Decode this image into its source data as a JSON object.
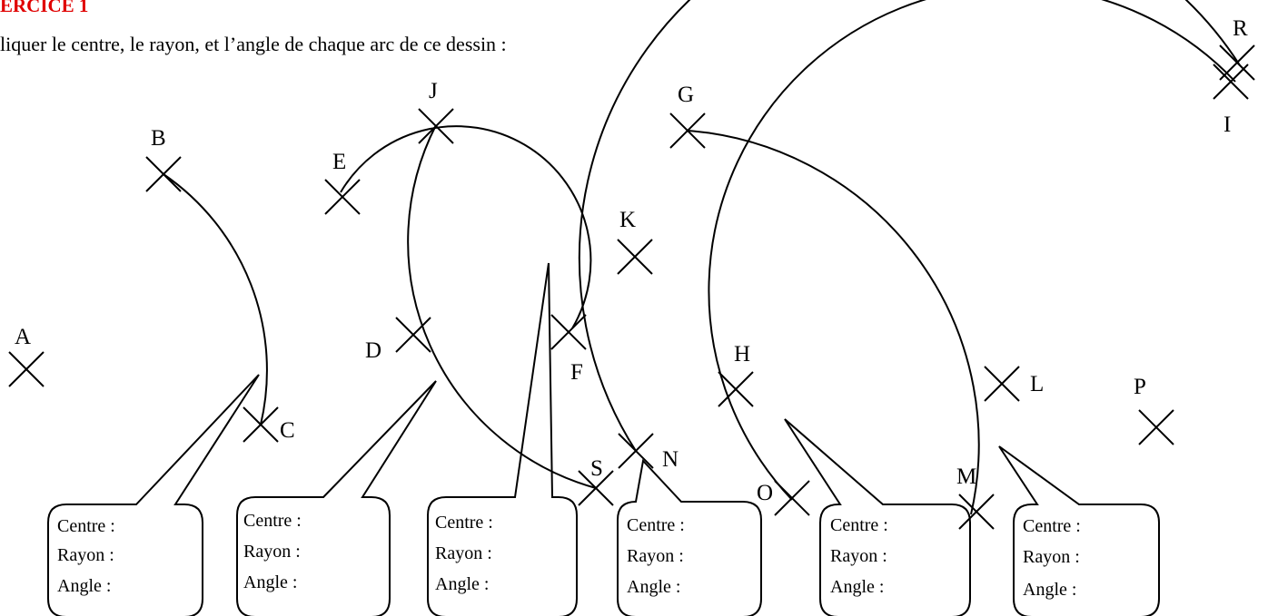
{
  "header": {
    "title": "ERCICE 1",
    "instruction": "liquer le centre, le rayon, et l’angle de chaque arc de ce dessin :"
  },
  "points": {
    "A": "A",
    "B": "B",
    "C": "C",
    "D": "D",
    "E": "E",
    "F": "F",
    "G": "G",
    "H": "H",
    "I": "I",
    "J": "J",
    "K": "K",
    "L": "L",
    "M": "M",
    "N": "N",
    "O": "O",
    "P": "P",
    "R": "R",
    "S": "S"
  },
  "callouts": [
    {
      "centre": "Centre :",
      "rayon": "Rayon :",
      "angle": "Angle :"
    },
    {
      "centre": "Centre :",
      "rayon": "Rayon :",
      "angle": "Angle :"
    },
    {
      "centre": "Centre :",
      "rayon": "Rayon :",
      "angle": "Angle :"
    },
    {
      "centre": "Centre :",
      "rayon": "Rayon :",
      "angle": "Angle :"
    },
    {
      "centre": "Centre :",
      "rayon": "Rayon :",
      "angle": "Angle :"
    },
    {
      "centre": "Centre :",
      "rayon": "Rayon :",
      "angle": "Angle :"
    }
  ]
}
